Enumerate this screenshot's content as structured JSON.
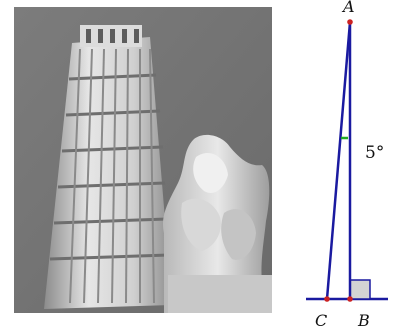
{
  "colors": {
    "line": "#1a1aa0",
    "point": "#cc2222",
    "tick": "#22aa22",
    "right_angle_fill": "#d4d4d4",
    "text": "#111111"
  },
  "points": {
    "A": "A",
    "B": "B",
    "C": "C"
  },
  "angle_label": "5°"
}
